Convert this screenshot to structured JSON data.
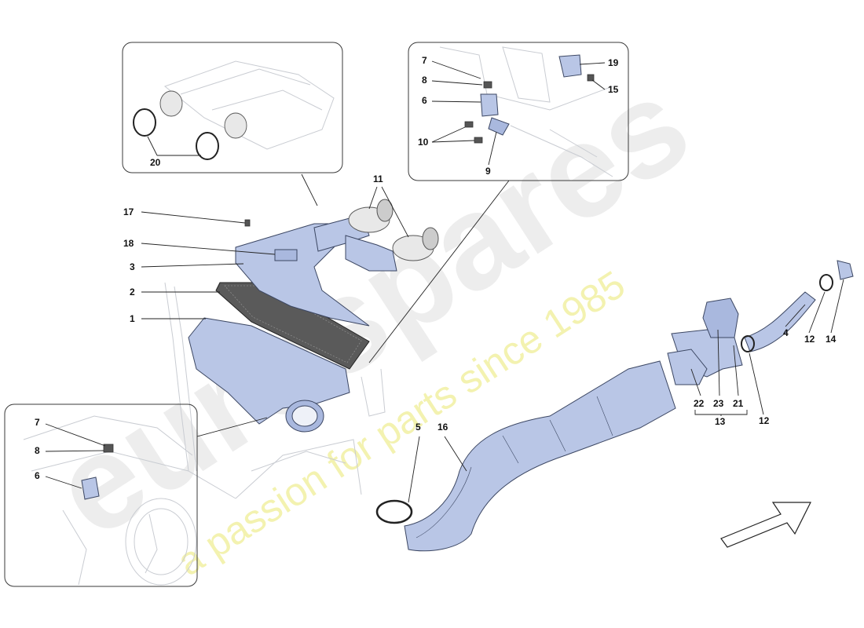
{
  "watermark": {
    "brand": "eurospares",
    "tagline": "a passion for parts since 1985"
  },
  "callouts": {
    "c1": "1",
    "c2": "2",
    "c3": "3",
    "c4": "4",
    "c5": "5",
    "c6": "6",
    "c7": "7",
    "c8": "8",
    "c9": "9",
    "c10": "10",
    "c11": "11",
    "c12": "12",
    "c13": "13",
    "c14": "14",
    "c15": "15",
    "c16": "16",
    "c17": "17",
    "c18": "18",
    "c19": "19",
    "c20": "20",
    "c21": "21",
    "c22": "22",
    "c23": "23"
  },
  "colors": {
    "part_fill": "#b9c6e6",
    "part_stroke": "#3c4763",
    "watermark_brand": "#ededed",
    "watermark_tagline": "#f3f2b0"
  },
  "icons": {
    "direction_arrow": "arrow-up-right-icon"
  }
}
